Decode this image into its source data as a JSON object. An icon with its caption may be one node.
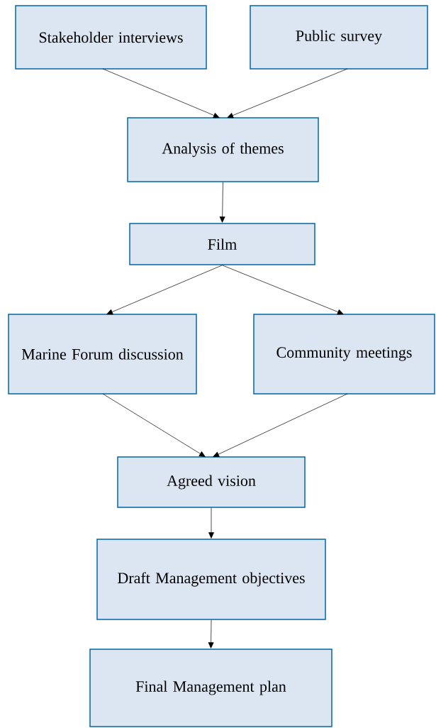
{
  "diagram": {
    "nodes": [
      {
        "text": [
          "Stakeholder interviews"
        ]
      },
      {
        "text": [
          "Public survey"
        ]
      },
      {
        "text": [
          "Analysis of themes"
        ]
      },
      {
        "text": [
          "Film"
        ]
      },
      {
        "text": [
          "Marine Forum discussion"
        ]
      },
      {
        "text": [
          "Community meetings"
        ]
      },
      {
        "text": [
          "Agreed vision"
        ]
      },
      {
        "text": [
          "Draft Management objectives"
        ]
      },
      {
        "text": [
          "Final Management plan"
        ]
      }
    ],
    "edges": [
      {
        "from": 0,
        "to": 2,
        "arrow": "to"
      },
      {
        "from": 1,
        "to": 2,
        "arrow": "to"
      },
      {
        "from": 2,
        "to": 3,
        "arrow": "to"
      },
      {
        "from": 3,
        "to": 4,
        "arrow": "to"
      },
      {
        "from": 3,
        "to": 5,
        "arrow": "to"
      },
      {
        "from": 4,
        "to": 6,
        "arrow": "to"
      },
      {
        "from": 5,
        "to": 6,
        "arrow": "to"
      },
      {
        "from": 6,
        "to": 7,
        "arrow": "to"
      },
      {
        "from": 7,
        "to": 8,
        "arrow": "to"
      }
    ]
  }
}
